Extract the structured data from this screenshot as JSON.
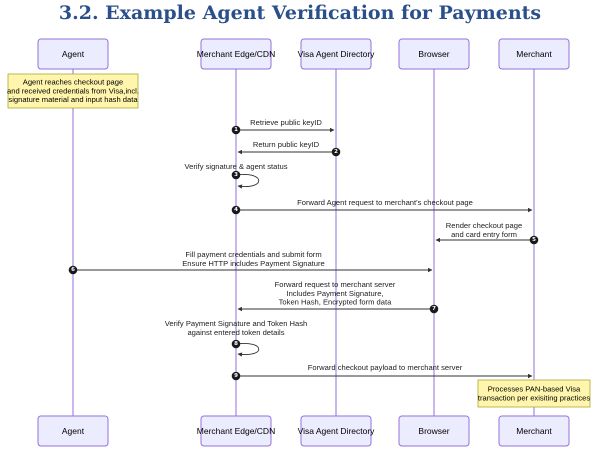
{
  "title": "3.2.  Example Agent Verification for Payments",
  "participants": [
    {
      "id": "agent",
      "label": "Agent"
    },
    {
      "id": "edge",
      "label": "Merchant Edge/CDN"
    },
    {
      "id": "visa",
      "label": "Visa Agent Directory"
    },
    {
      "id": "browser",
      "label": "Browser"
    },
    {
      "id": "merchant",
      "label": "Merchant"
    }
  ],
  "notes": [
    {
      "over": "agent",
      "lines": [
        "Agent reaches checkout page",
        "and received credentials from Visa,incl.",
        "signature material and input hash data"
      ]
    },
    {
      "over": "merchant",
      "lines": [
        "Processes PAN-based Visa",
        "transaction per exisiting practices"
      ]
    }
  ],
  "messages": [
    {
      "num": "1",
      "from": "edge",
      "to": "visa",
      "lines": [
        "Retrieve public keyID"
      ]
    },
    {
      "num": "2",
      "from": "visa",
      "to": "edge",
      "lines": [
        "Return public keyID"
      ]
    },
    {
      "num": "3",
      "from": "edge",
      "to": "edge",
      "lines": [
        "Verify signature & agent status"
      ]
    },
    {
      "num": "4",
      "from": "edge",
      "to": "merchant",
      "lines": [
        "Forward Agent request to merchant's checkout page"
      ]
    },
    {
      "num": "5",
      "from": "merchant",
      "to": "browser",
      "lines": [
        "Render checkout page",
        "and card entry form"
      ]
    },
    {
      "num": "6",
      "from": "agent",
      "to": "browser",
      "lines": [
        "Fill payment credentials and submit form",
        "Ensure HTTP includes Payment Signature"
      ]
    },
    {
      "num": "7",
      "from": "browser",
      "to": "edge",
      "lines": [
        "Forward request to merchant server",
        "Includes Payment Signature,",
        "Token Hash, Encrypted form data"
      ]
    },
    {
      "num": "8",
      "from": "edge",
      "to": "edge",
      "lines": [
        "Verify Payment Signature and Token Hash",
        "against entered token details"
      ]
    },
    {
      "num": "9",
      "from": "edge",
      "to": "merchant",
      "lines": [
        "Forward checkout payload to merchant server"
      ]
    }
  ]
}
